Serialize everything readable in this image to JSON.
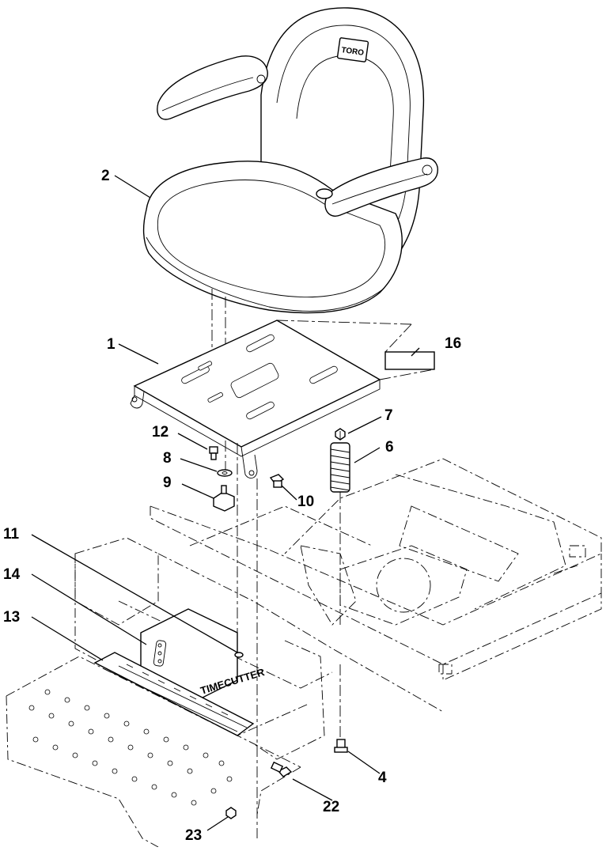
{
  "diagram": {
    "brand_logo_text": "TORO",
    "decal_text": "TIMECUTTER",
    "callouts": [
      {
        "id": "c1",
        "label": "1"
      },
      {
        "id": "c2",
        "label": "2"
      },
      {
        "id": "c4",
        "label": "4"
      },
      {
        "id": "c6",
        "label": "6"
      },
      {
        "id": "c7",
        "label": "7"
      },
      {
        "id": "c8",
        "label": "8"
      },
      {
        "id": "c9",
        "label": "9"
      },
      {
        "id": "c10",
        "label": "10"
      },
      {
        "id": "c11",
        "label": "11"
      },
      {
        "id": "c12",
        "label": "12"
      },
      {
        "id": "c13",
        "label": "13"
      },
      {
        "id": "c14",
        "label": "14"
      },
      {
        "id": "c16",
        "label": "16"
      },
      {
        "id": "c22",
        "label": "22"
      },
      {
        "id": "c23",
        "label": "23"
      }
    ]
  }
}
